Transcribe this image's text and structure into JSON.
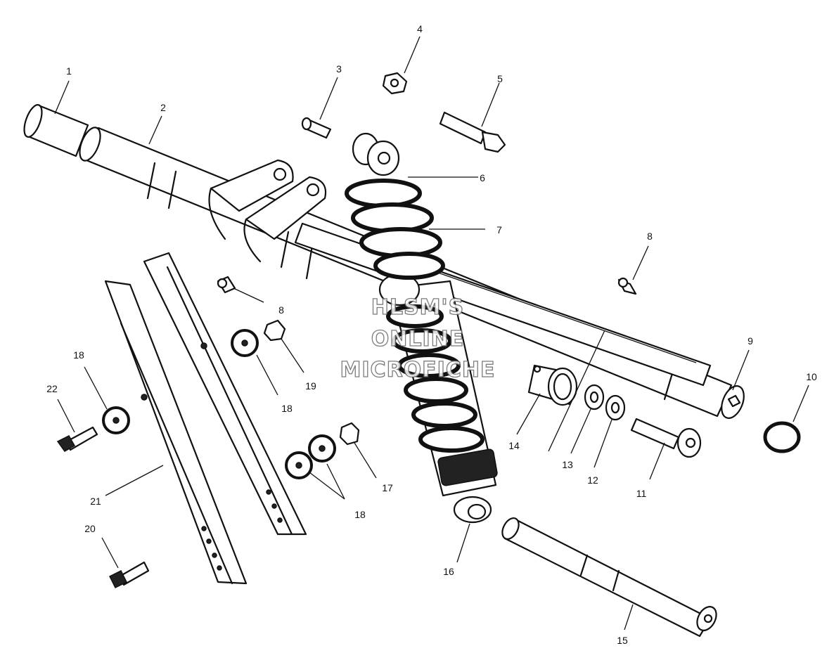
{
  "diagram": {
    "type": "exploded parts diagram",
    "watermark": [
      "HLSM'S",
      "ONLINE",
      "MICROFICHE"
    ],
    "callouts": {
      "c1": "1",
      "c2": "2",
      "c3": "3",
      "c4": "4",
      "c5": "5",
      "c6": "6",
      "c7": "7",
      "c8a": "8",
      "c8b": "8",
      "c9": "9",
      "c10": "10",
      "c11": "11",
      "c12": "12",
      "c13": "13",
      "c14": "14",
      "c15": "15",
      "c16": "16",
      "c17": "17",
      "c18a": "18",
      "c18b": "18",
      "c18c": "18",
      "c19": "19",
      "c20": "20",
      "c21": "21",
      "c22": "22"
    }
  },
  "colors": {
    "line": "#111111",
    "background": "#ffffff",
    "watermark_outline": "#666666"
  }
}
